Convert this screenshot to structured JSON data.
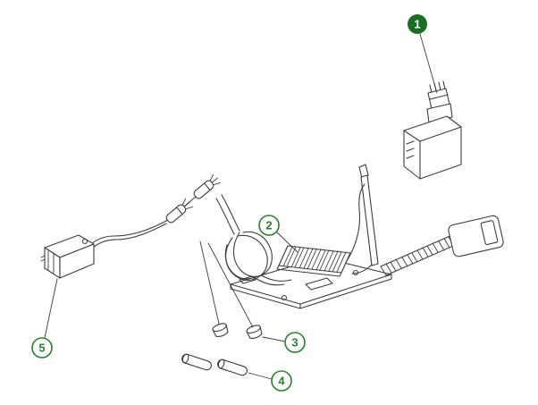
{
  "figure": {
    "callouts": [
      {
        "label": "1",
        "filled": true
      },
      {
        "label": "2",
        "filled": false
      },
      {
        "label": "3",
        "filled": false
      },
      {
        "label": "4",
        "filled": false
      },
      {
        "label": "5",
        "filled": false
      }
    ],
    "colors": {
      "callout_outline": "#2e7d32",
      "callout_fill": "#1b6e23",
      "callout_number_on_fill": "#ffffff",
      "line_art": "#3d3d3d",
      "background": "#ffffff"
    }
  }
}
